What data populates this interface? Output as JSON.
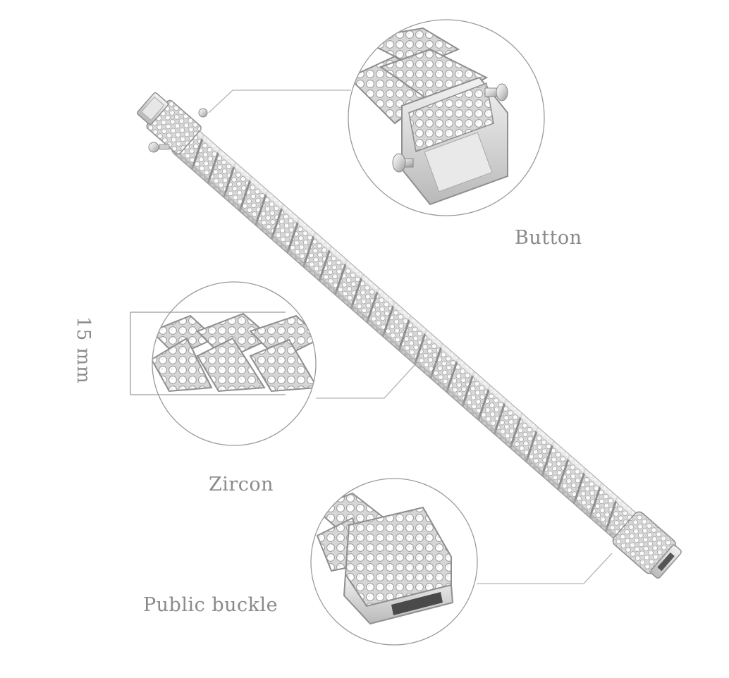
{
  "labels": {
    "button": "Button",
    "zircon": "Zircon",
    "public_buckle": "Public buckle",
    "width": "15 mm"
  },
  "colors": {
    "background": "#ffffff",
    "label_text": "#8a8a8a",
    "callout_line": "#b5b5b5",
    "metal_light": "#f4f4f4",
    "metal_mid": "#cfcfcf",
    "metal_dark": "#8f8f8f"
  }
}
